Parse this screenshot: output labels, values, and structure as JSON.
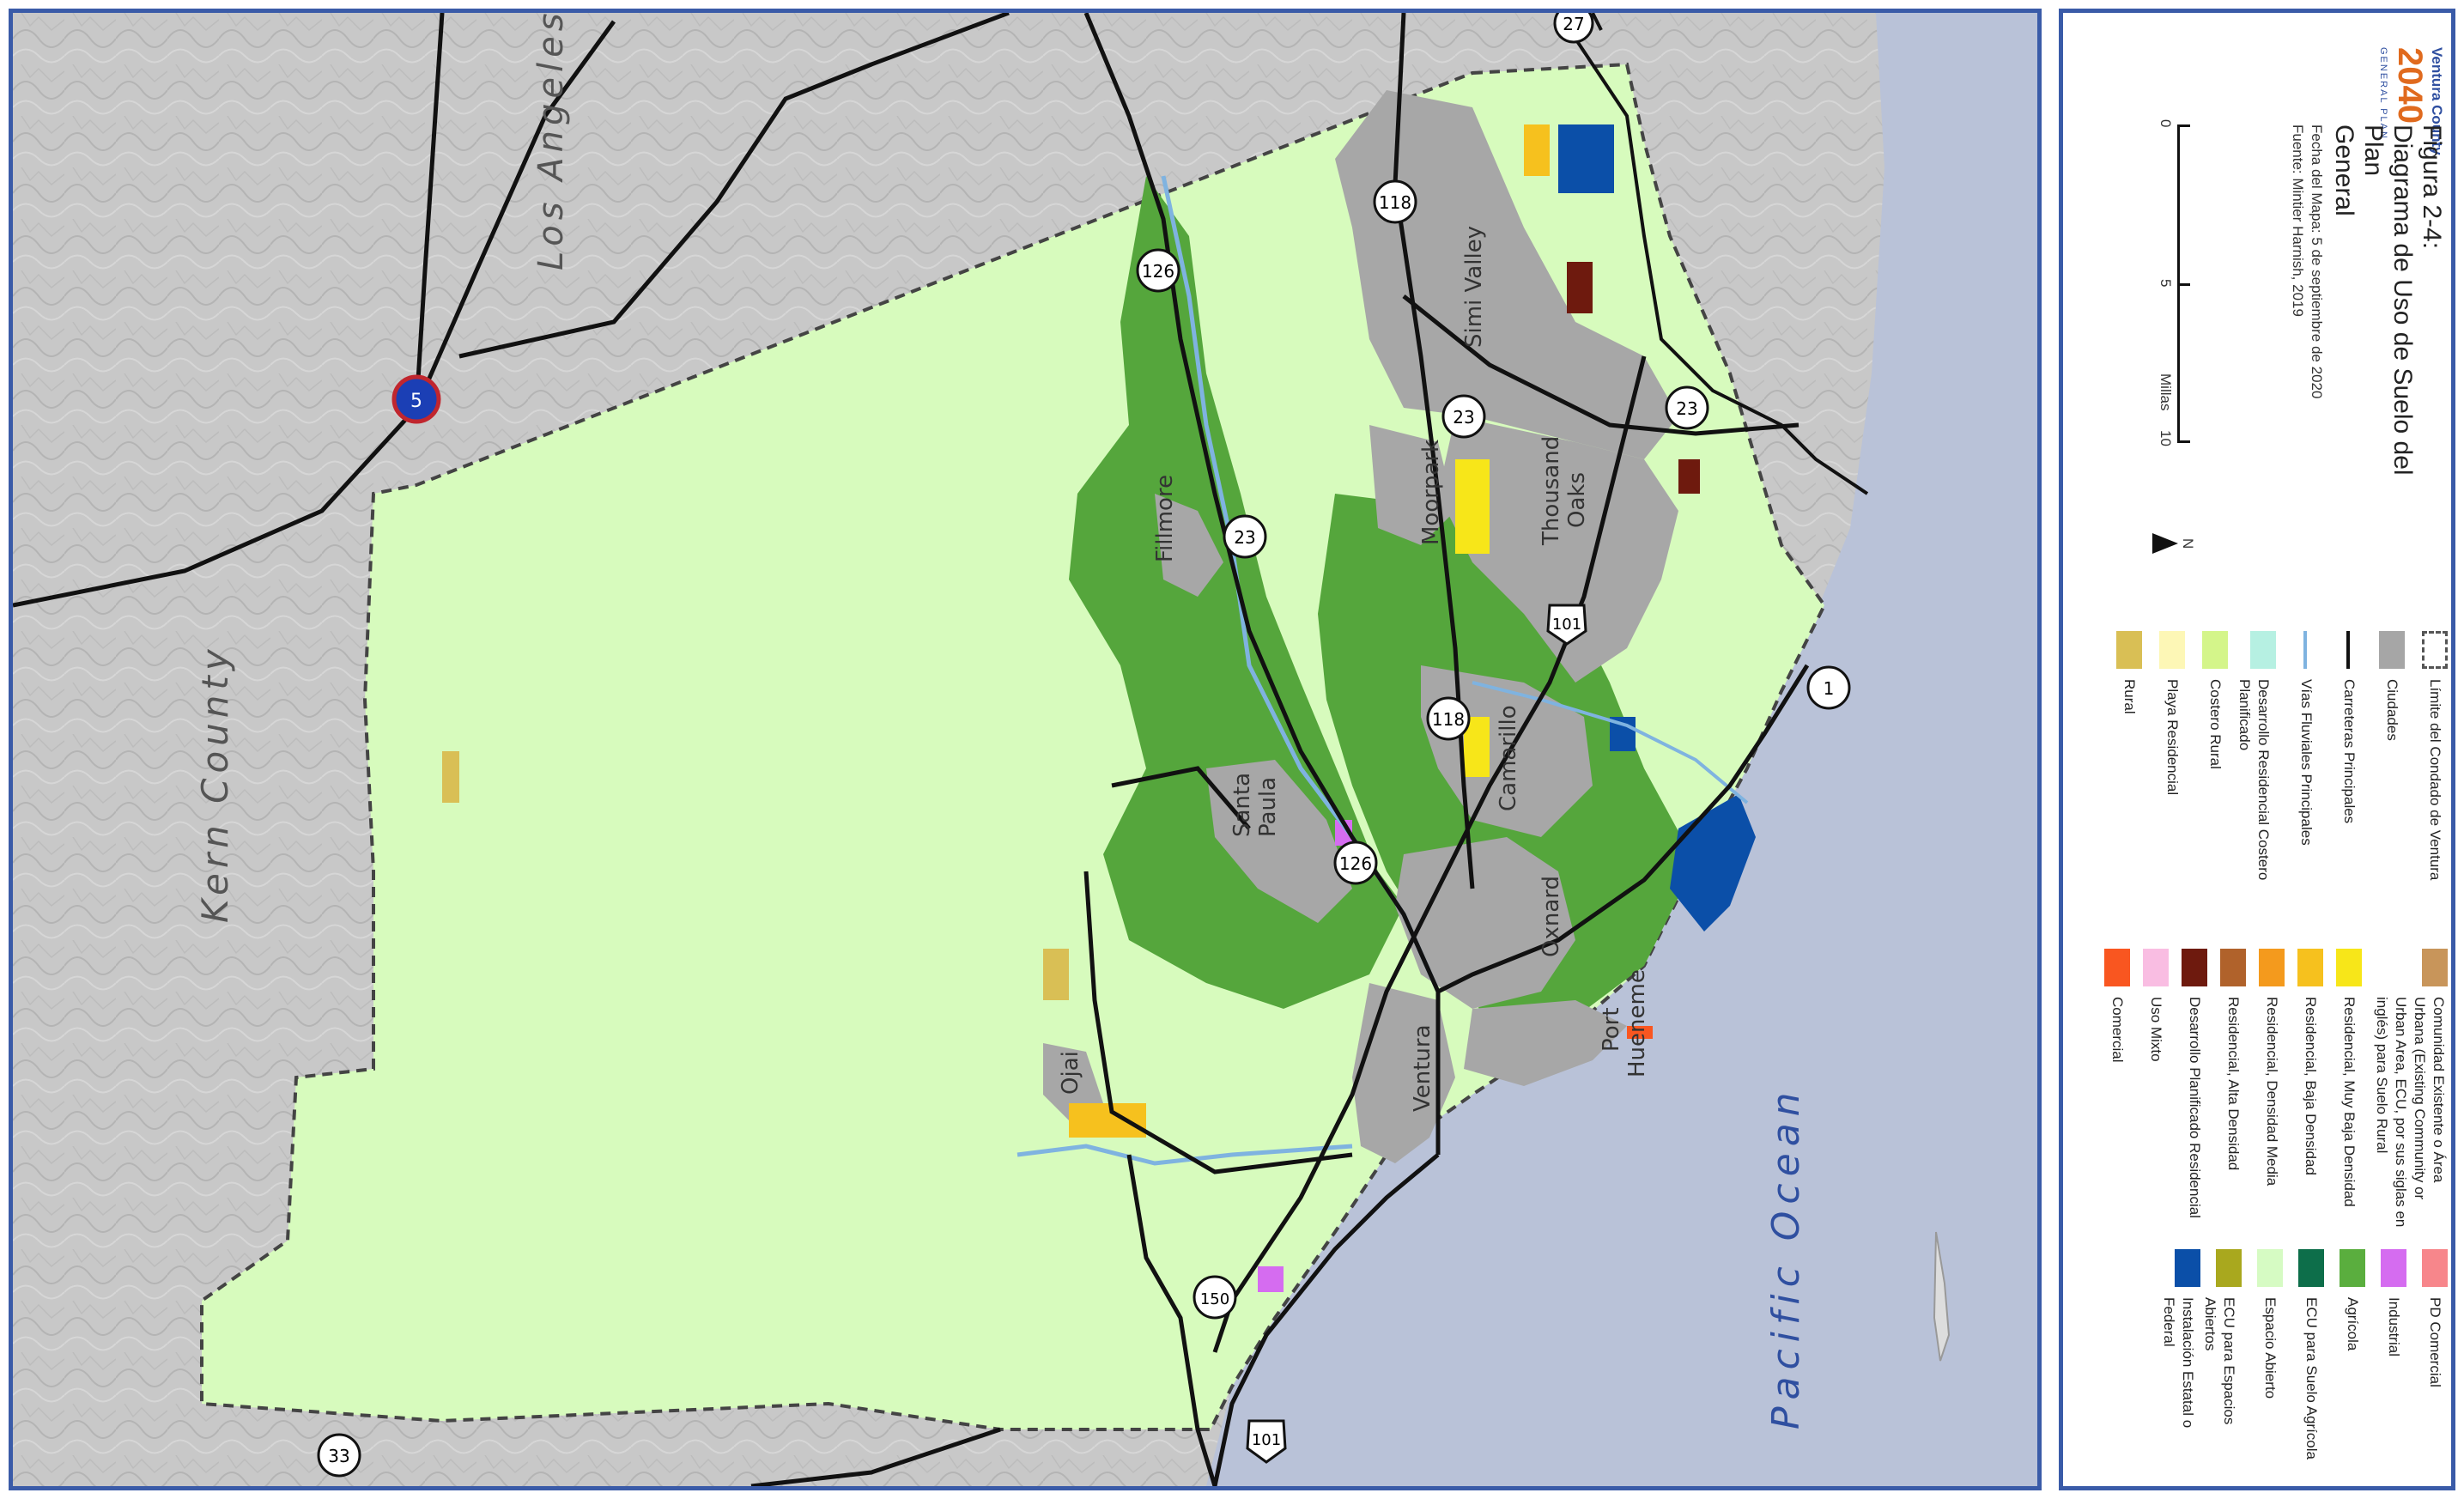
{
  "labels": {
    "kern": "Kern County",
    "la": "Los Angeles County",
    "ocean": "Pacific Ocean",
    "cities": {
      "simi": "Simi Valley",
      "thousand": "Thousand",
      "oaks": "Oaks",
      "moorpark": "Moorpark",
      "fillmore": "Fillmore",
      "santa": "Santa",
      "paula": "Paula",
      "camarillo": "Camarillo",
      "oxnard": "Oxnard",
      "port": "Port",
      "hueneme": "Hueneme",
      "ventura": "Ventura",
      "ojai": "Ojai"
    }
  },
  "routes": [
    "5",
    "27",
    "118",
    "126",
    "23",
    "101",
    "1",
    "150",
    "33"
  ],
  "legend": {
    "title": "Figura 2-4:",
    "subtitle_l1": "Diagrama de Uso de Suelo del Plan",
    "subtitle_l2": "General",
    "date": "Fecha del Mapa: 5 de septiembre de 2020",
    "source": "Fuente: Mintier Harnish, 2019",
    "logo_top": "Ventura County",
    "logo_year": "2040",
    "logo_bottom": "GENERAL PLAN",
    "scale_0": "0",
    "scale_5": "5",
    "scale_10": "10",
    "scale_unit": "Millas",
    "north": "N",
    "col1": [
      {
        "label": "Límite del Condado de Ventura",
        "color": "#ffffff",
        "border": "dashed"
      },
      {
        "label": "Ciudades",
        "color": "#a6a6a6"
      },
      {
        "label": "Carreteras Principales",
        "color": "line-black"
      },
      {
        "label": "Vías Fluviales Principales",
        "color": "line-blue"
      },
      {
        "label": "Desarrollo Residencial Costero Planificado",
        "color": "#b6f0e2"
      },
      {
        "label": "Costero Rural",
        "color": "#d4f58a"
      },
      {
        "label": "Playa Residencial",
        "color": "#fdf7b6"
      },
      {
        "label": "Rural",
        "color": "#d9bf55"
      }
    ],
    "col2": [
      {
        "label": "Comunidad Existente o Área Urbana (Existing Community or Urban Area, ECU, por sus siglas en inglés) para Suelo Rural",
        "color": "#c8955a"
      },
      {
        "label": "Residencial, Muy Baja Densidad",
        "color": "#f7e619"
      },
      {
        "label": "Residencial, Baja Densidad",
        "color": "#f6c11e"
      },
      {
        "label": "Residencial, Densidad Media",
        "color": "#f49a1d"
      },
      {
        "label": "Residencial, Alta Densidad",
        "color": "#b0622b"
      },
      {
        "label": "Desarrollo Planificado Residencial",
        "color": "#6e1a0e"
      },
      {
        "label": "Uso Mixto",
        "color": "#f9bde2"
      },
      {
        "label": "Comercial",
        "color": "#f95620"
      }
    ],
    "col3": [
      {
        "label": "PD Comercial",
        "color": "#f7868b"
      },
      {
        "label": "Industrial",
        "color": "#d56cf0"
      },
      {
        "label": "Agrícola",
        "color": "#5aae3e"
      },
      {
        "label": "ECU para Suelo Agrícola",
        "color": "#0d6e4a"
      },
      {
        "label": "Espacio Abierto",
        "color": "#d6fbc3"
      },
      {
        "label": "ECU para Espacios Abiertos",
        "color": "#a9a81e"
      },
      {
        "label": "Instalación Estatal o Federal",
        "color": "#0b4fa8"
      }
    ]
  },
  "colors": {
    "open_space": "#d7fbbd",
    "cities": "#a7a7a7",
    "agricultural": "#55a63c",
    "ocean": "#b9c2d8",
    "federal": "#0b4fa8",
    "border": "#3a5ba8"
  }
}
